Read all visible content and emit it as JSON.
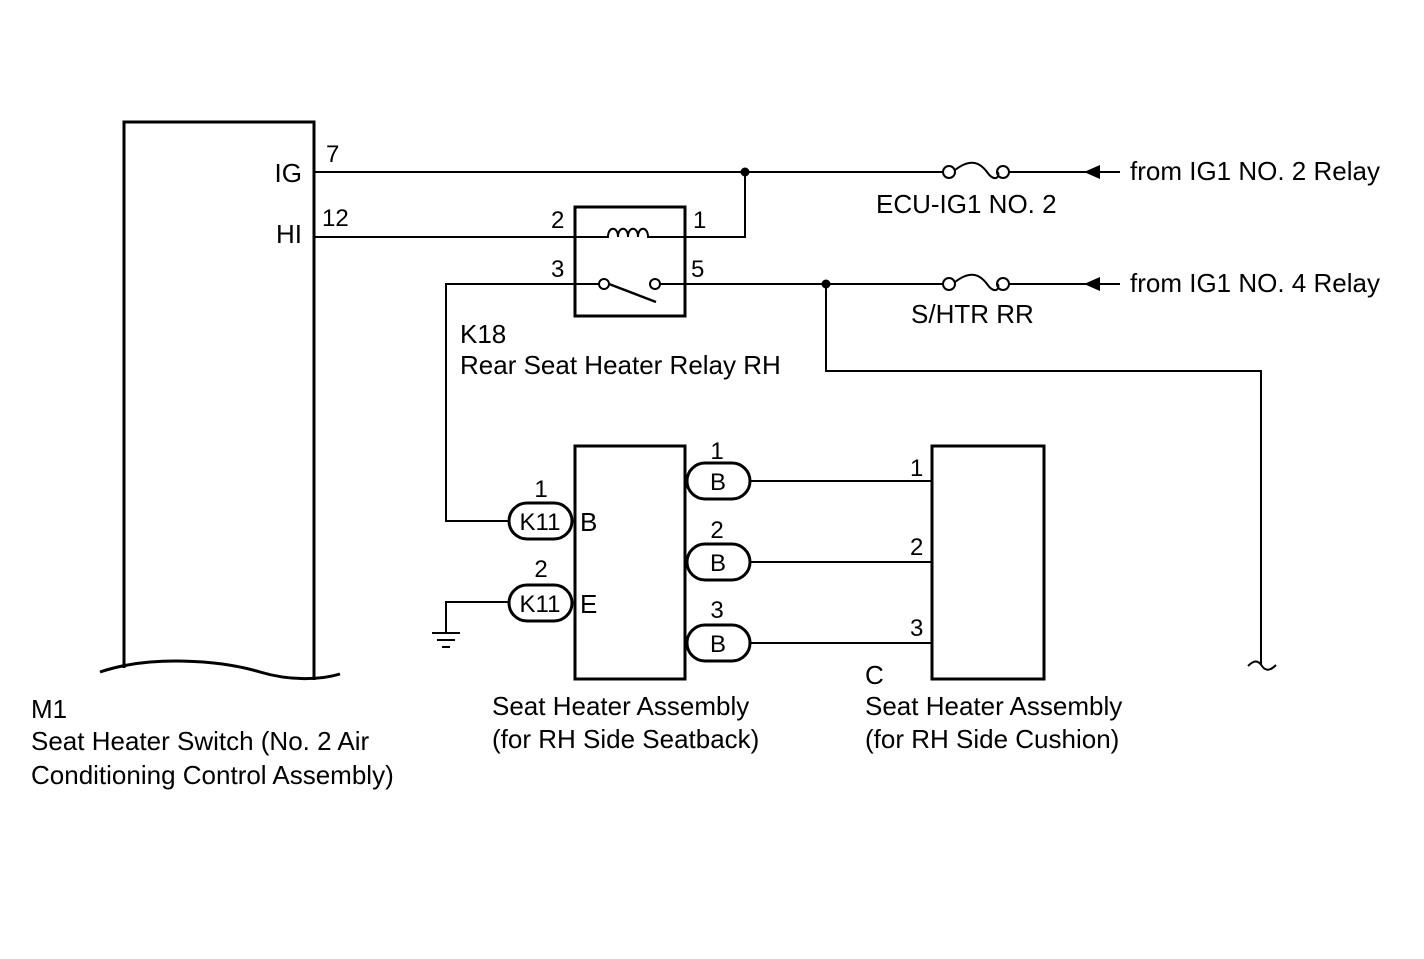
{
  "switch_unit": {
    "code": "M1",
    "name_line1": "Seat Heater Switch (No. 2 Air",
    "name_line2": "Conditioning Control Assembly)",
    "pins": [
      {
        "terminal": "IG",
        "number": "7"
      },
      {
        "terminal": "HI",
        "number": "12"
      }
    ]
  },
  "relay": {
    "code": "K18",
    "name": "Rear Seat Heater Relay RH",
    "pins": {
      "coil_left": "2",
      "coil_right": "1",
      "switch_left": "3",
      "switch_right": "5"
    }
  },
  "fuses": [
    {
      "name": "ECU-IG1 NO. 2",
      "source": "from IG1 NO. 2 Relay"
    },
    {
      "name": "S/HTR RR",
      "source": "from IG1 NO. 4 Relay"
    }
  ],
  "seatback": {
    "name_line1": "Seat Heater Assembly",
    "name_line2": "(for RH Side Seatback)",
    "left_connectors": [
      {
        "pin": "1",
        "connector": "K11",
        "terminal": "B"
      },
      {
        "pin": "2",
        "connector": "K11",
        "terminal": "E"
      }
    ],
    "right_connectors": [
      {
        "pin": "1",
        "connector": "B"
      },
      {
        "pin": "2",
        "connector": "B"
      },
      {
        "pin": "3",
        "connector": "B"
      }
    ]
  },
  "cushion": {
    "code": "C",
    "name_line1": "Seat Heater Assembly",
    "name_line2": "(for RH Side Cushion)",
    "pins": [
      "1",
      "2",
      "3"
    ]
  }
}
